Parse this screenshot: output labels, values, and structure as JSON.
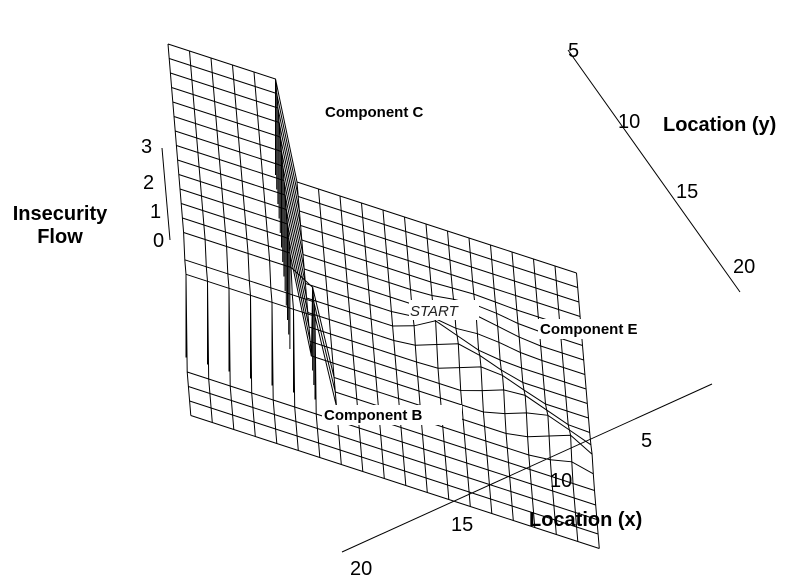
{
  "chart_data": {
    "type": "surface",
    "title": "",
    "zlabel_line1": "Insecurity",
    "zlabel_line2": "Flow",
    "xlabel": "Location (x)",
    "ylabel": "Location (y)",
    "z_ticks": [
      "0",
      "1",
      "2",
      "3"
    ],
    "x_ticks": [
      "5",
      "10",
      "15",
      "20"
    ],
    "y_ticks": [
      "5",
      "10",
      "15",
      "20"
    ],
    "xlim": [
      1,
      20
    ],
    "ylim": [
      1,
      20
    ],
    "zlim": [
      0,
      3
    ],
    "grid_size": [
      20,
      20
    ],
    "regions": [
      {
        "name": "Component C",
        "shape": "plateau",
        "level": 3,
        "x_range": [
          1,
          14
        ],
        "y_range": [
          1,
          6
        ]
      },
      {
        "name": "Component C ridge",
        "shape": "wall",
        "level": 2.6,
        "x_range": [
          14,
          16
        ],
        "y_range": [
          1,
          7
        ]
      },
      {
        "name": "Component B",
        "shape": "valley",
        "level": 0.6,
        "along": "diagonal",
        "from": [
          9,
          13
        ],
        "to": [
          14,
          19
        ]
      },
      {
        "name": "Component E",
        "shape": "bump",
        "level": 0.3,
        "center": [
          7,
          15
        ]
      }
    ],
    "annotations": [
      {
        "text": "Component C",
        "style": "bold"
      },
      {
        "text": "START",
        "style": "italic"
      },
      {
        "text": "Component E",
        "style": "bold"
      },
      {
        "text": "Component B",
        "style": "bold"
      }
    ]
  }
}
